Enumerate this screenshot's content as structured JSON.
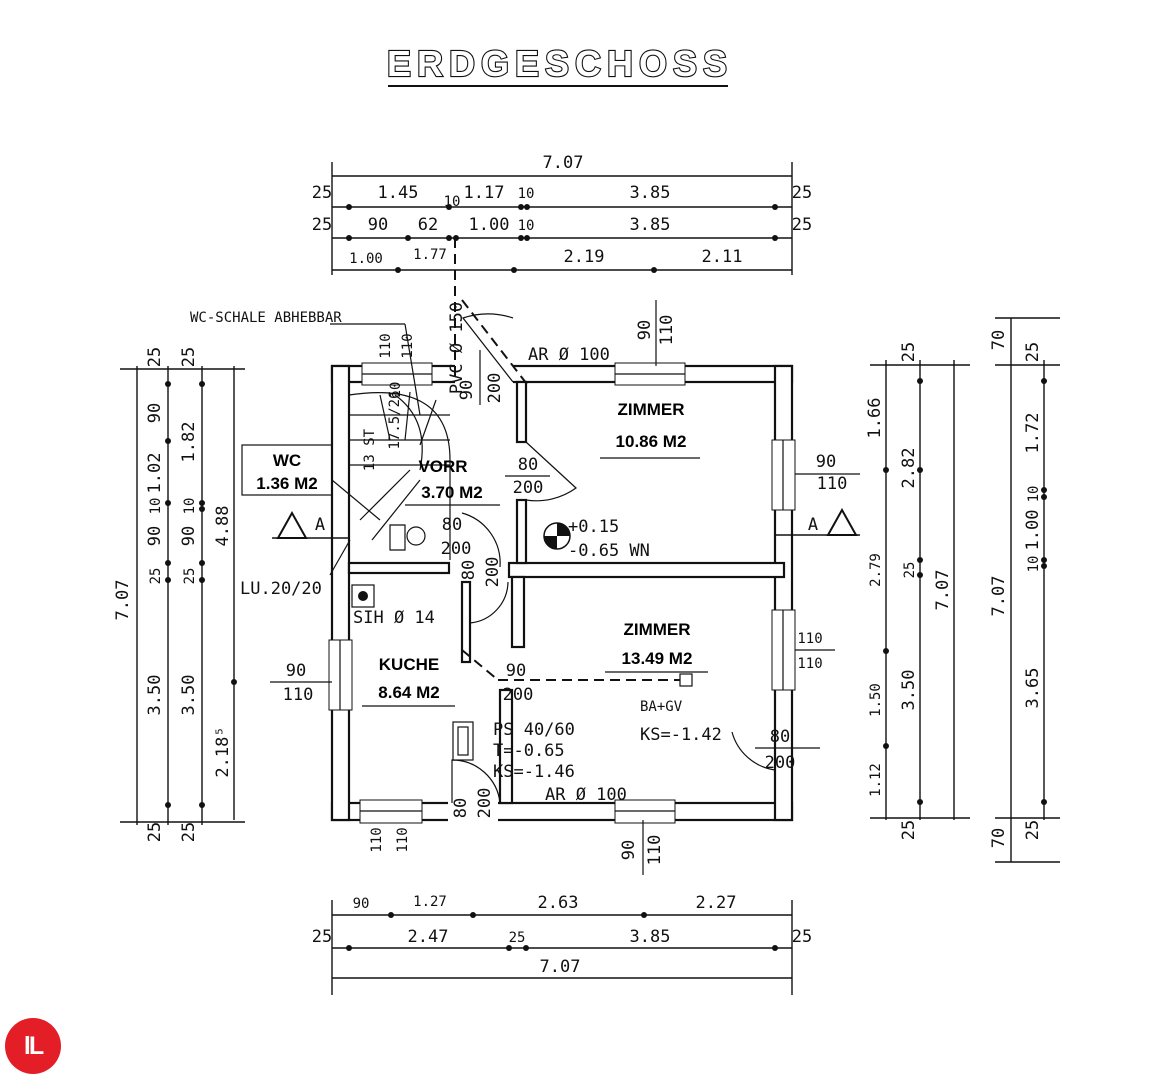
{
  "title": "ERDGESCHOSS",
  "top_dims": {
    "overall": "7.07",
    "row1": [
      "25",
      "1.45",
      "1.17",
      "10",
      "3.85",
      "25"
    ],
    "row2": [
      "25",
      "90",
      "62",
      "10",
      "1.00",
      "10",
      "3.85",
      "25"
    ],
    "row3": [
      "1.00",
      "1.77",
      "2.19",
      "2.11"
    ],
    "pipe": "PVC Ø 150"
  },
  "bottom_dims": {
    "row1": [
      "90",
      "1.27",
      "2.63",
      "2.27"
    ],
    "row2": [
      "25",
      "2.47",
      "25",
      "3.85",
      "25"
    ],
    "overall": "7.07"
  },
  "left_dims": {
    "overall": "7.07",
    "outer": [
      "25",
      "90",
      "1.02",
      "10",
      "90",
      "25",
      "3.50",
      "25"
    ],
    "inner": [
      "25",
      "1.82",
      "10",
      "90",
      "25",
      "3.50",
      "25"
    ],
    "third": [
      "4.88",
      "2.18⁵"
    ]
  },
  "right_dims": {
    "a": [
      "1.66",
      "2.79",
      "1.50",
      "1.12",
      "25"
    ],
    "b": [
      "25",
      "2.82",
      "25",
      "3.50",
      "7.07"
    ],
    "c": [
      "70",
      "25",
      "1.72",
      "10",
      "1.00",
      "10",
      "7.07",
      "3.65",
      "25",
      "70"
    ]
  },
  "labels": {
    "wc_note": "WC-SCHALE ABHEBBAR",
    "ar_top": "AR Ø 100",
    "ar_bottom": "AR Ø 100",
    "lu": "LU.20/20",
    "sih": "SIH Ø 14",
    "ps": "PS 40/60",
    "t": "T=-0.65",
    "ks1": "KS=-1.46",
    "ba": "BA+GV",
    "ks2": "KS=-1.42",
    "height1": "+0.15",
    "height2": "-0.65 WN",
    "stair1": "13 ST",
    "stair2": "17.5/26",
    "stair3": "10",
    "section_left": "A",
    "section_right": "A"
  },
  "rooms": [
    {
      "name": "ZIMMER",
      "area": "10.86 M2"
    },
    {
      "name": "ZIMMER",
      "area": "13.49 M2"
    },
    {
      "name": "KUCHE",
      "area": "8.64 M2"
    },
    {
      "name": "VORR",
      "area": "3.70 M2"
    },
    {
      "name": "WC",
      "area": "1.36 M2"
    }
  ],
  "openings": {
    "win_top_left": [
      "110",
      "110"
    ],
    "door_top": [
      "90",
      "200"
    ],
    "win_top_right": [
      "90",
      "110"
    ],
    "door_zimmer1": [
      "80",
      "200"
    ],
    "door_vorr": [
      "80",
      "200"
    ],
    "door_kuche": [
      "80",
      "200"
    ],
    "win_right_top": [
      "90",
      "110"
    ],
    "win_right_mid": [
      "110",
      "110"
    ],
    "win_left_kuche": [
      "90",
      "110"
    ],
    "door_kuche_zimmer": [
      "90",
      "200"
    ],
    "door_zimmer2": [
      "80",
      "200"
    ],
    "win_bottom_left": [
      "110",
      "110"
    ],
    "door_bottom": [
      "80",
      "200"
    ],
    "win_bottom_right": [
      "90",
      "110"
    ]
  },
  "logo": "lL"
}
